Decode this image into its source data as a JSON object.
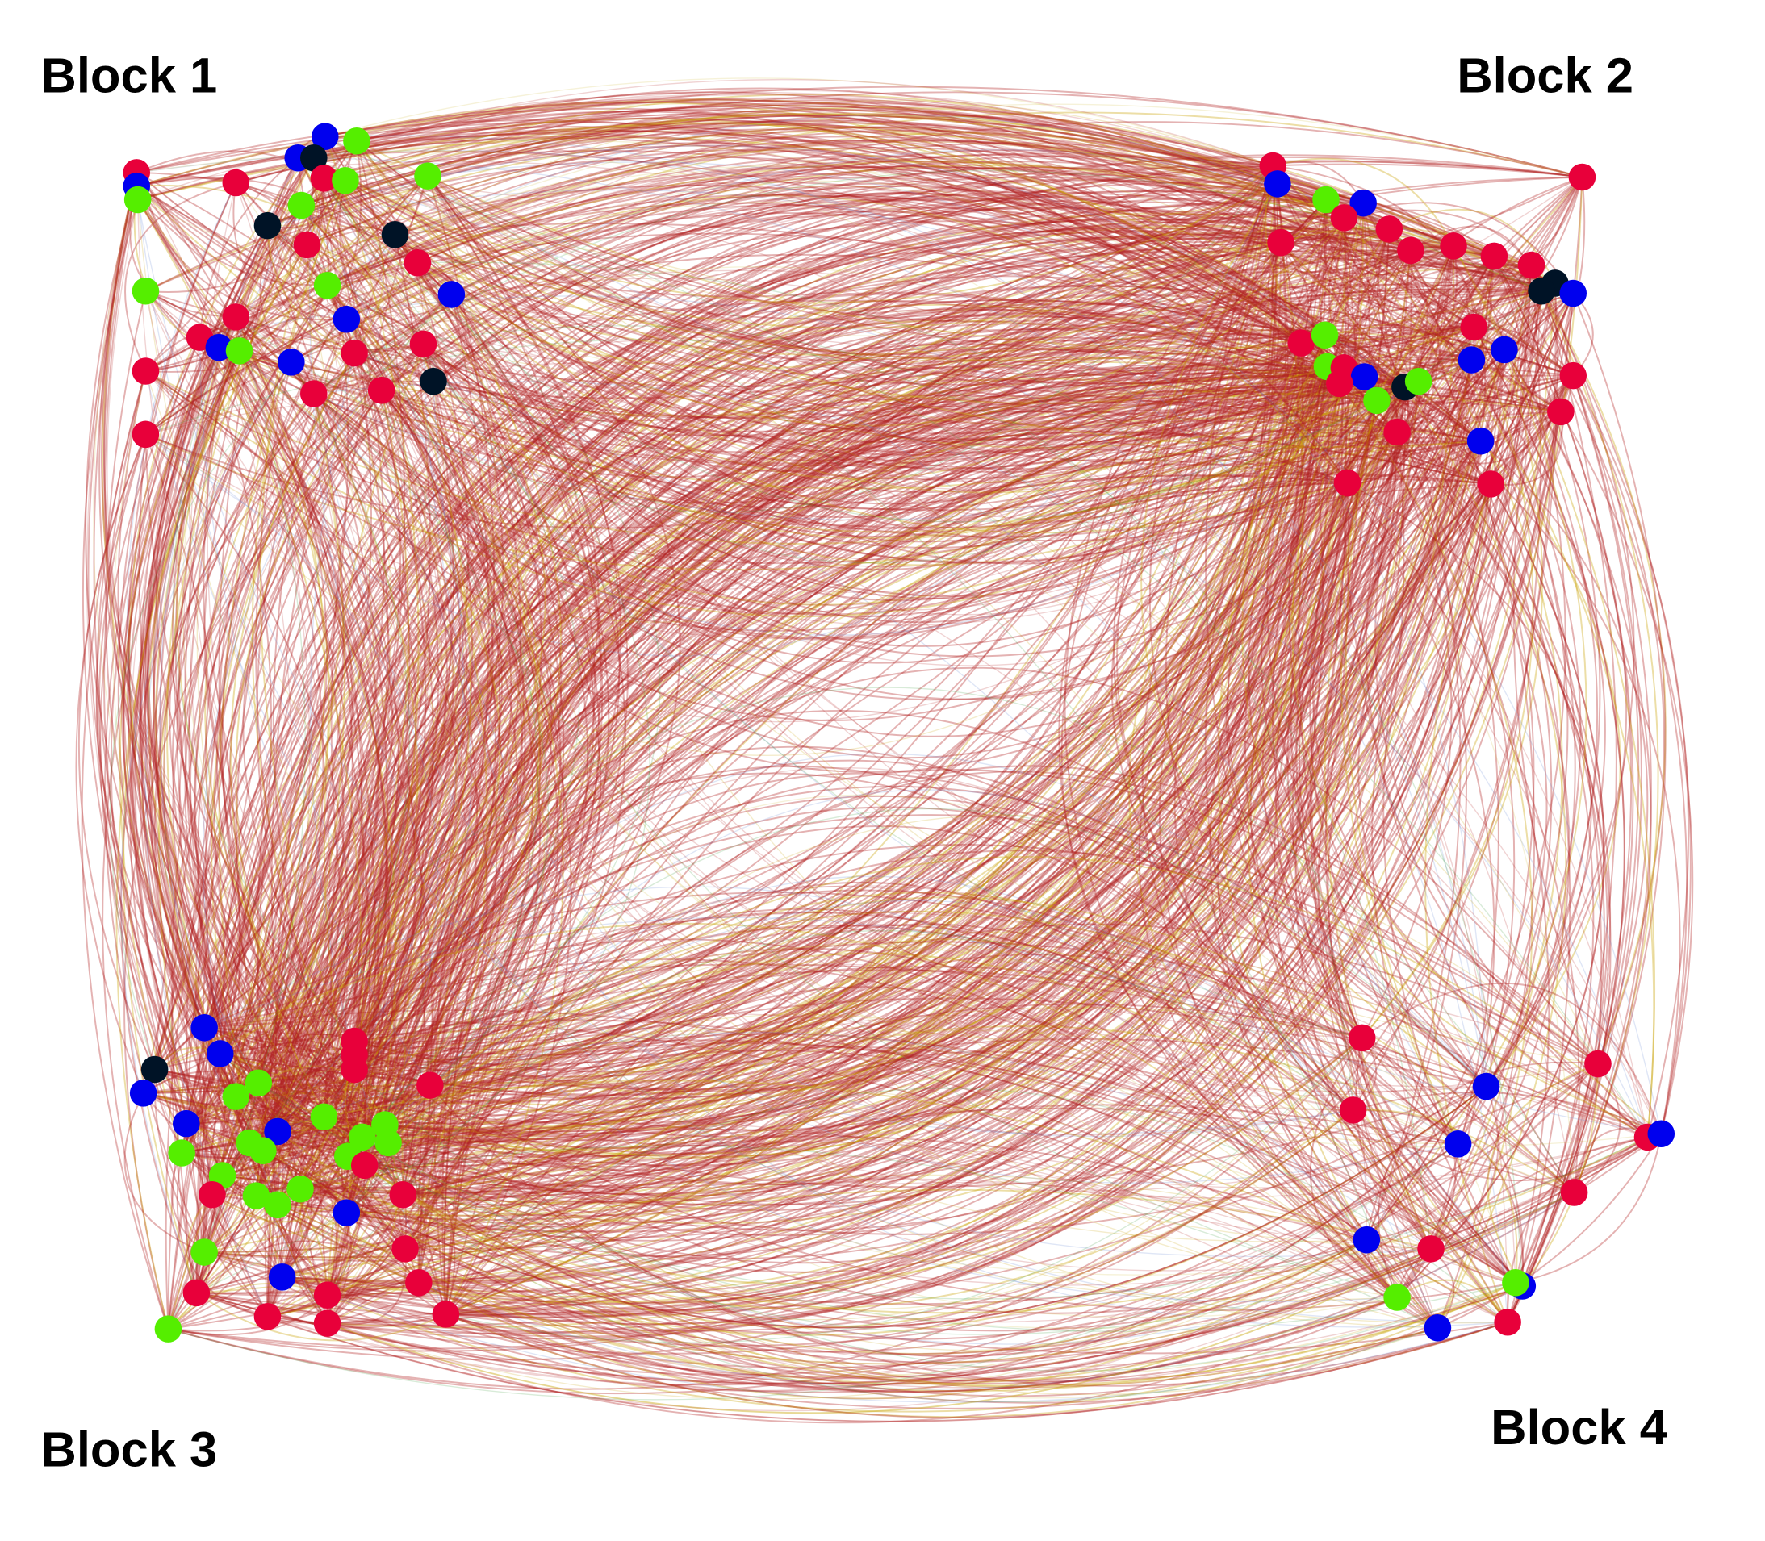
{
  "colors": {
    "r": "#e8003a",
    "b": "#0000ee",
    "g": "#55ee00",
    "k": "#001326",
    "edge_main": "#b22222"
  },
  "blocks": [
    {
      "label": "Block  1",
      "nodes": "rbgrbbgkrggkgrkrbggrbrbgbrrrrrrk"
    },
    {
      "label": "Block  2",
      "nodes": "rbgbrrrrrrkkbrrrggrbrgkgrbbrrrbrr"
    },
    {
      "label": "Block  3",
      "nodes": "bkbbrrrggbbggggggrgggrgggbrrgbrrrgrrrr"
    },
    {
      "label": "Block  4",
      "nodes": "rrrbbrbrbrgbgbr"
    }
  ]
}
